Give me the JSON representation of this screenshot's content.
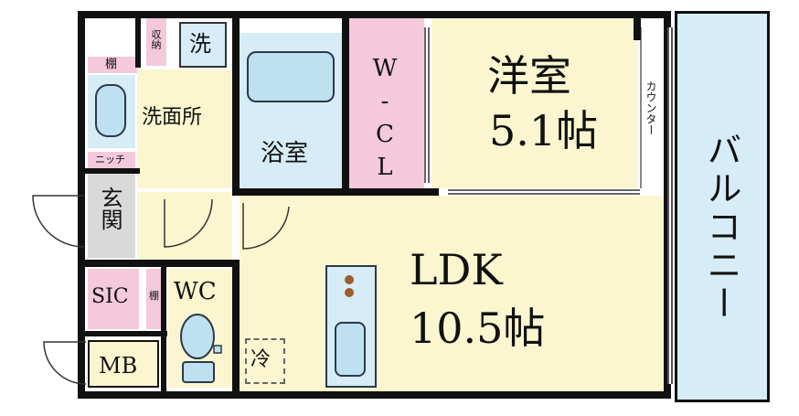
{
  "rooms": {
    "western": {
      "name": "洋室",
      "size": "5.1帖"
    },
    "ldk": {
      "name": "LDK",
      "size": "10.5帖"
    },
    "wcl": "W-CL",
    "bath": "浴室",
    "washroom": "洗面所",
    "entrance": "玄関",
    "sic": "SIC",
    "wc": "WC",
    "mb": "MB",
    "balcony": "バルコニー",
    "counter": "カウンター",
    "laundry": "洗",
    "storage": "収納",
    "shelf": "棚",
    "niche": "ニッチ",
    "fridge": "冷"
  },
  "colors": {
    "yellow": "#fbf6cf",
    "pink": "#f5c9dc",
    "blue": "#d6ecf6",
    "wall": "#111111"
  }
}
